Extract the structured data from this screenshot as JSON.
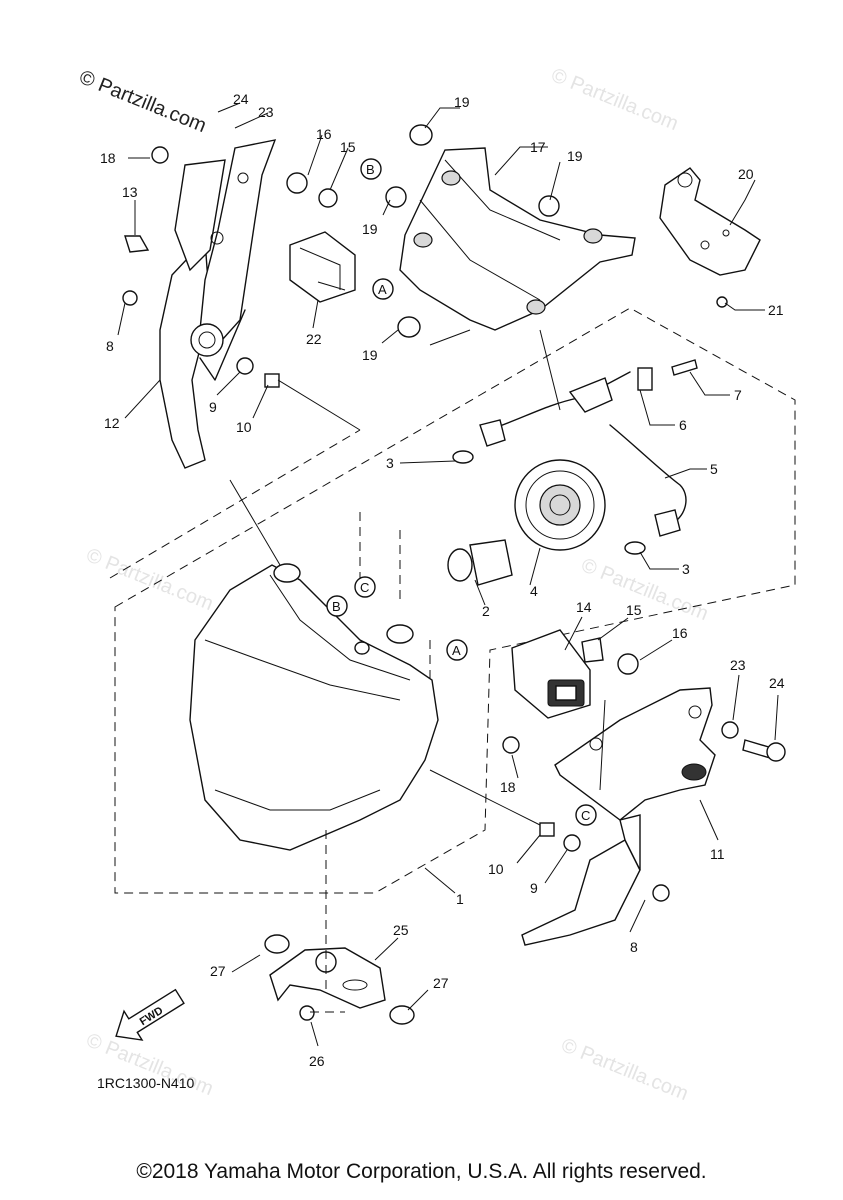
{
  "watermark": {
    "primary": "© Partzilla.com",
    "faded": "© Partzilla.com"
  },
  "diagram_code": "1RC1300-N410",
  "fwd_label": "FWD",
  "copyright": "©2018 Yamaha Motor Corporation, U.S.A. All rights reserved.",
  "ref_letters": [
    "A",
    "B",
    "C"
  ],
  "callouts": [
    "1",
    "2",
    "3",
    "3",
    "4",
    "5",
    "6",
    "7",
    "8",
    "8",
    "9",
    "9",
    "10",
    "10",
    "11",
    "12",
    "13",
    "14",
    "15",
    "15",
    "16",
    "16",
    "17",
    "18",
    "18",
    "19",
    "19",
    "19",
    "19",
    "20",
    "21",
    "22",
    "23",
    "23",
    "24",
    "24",
    "25",
    "26",
    "27",
    "27"
  ]
}
